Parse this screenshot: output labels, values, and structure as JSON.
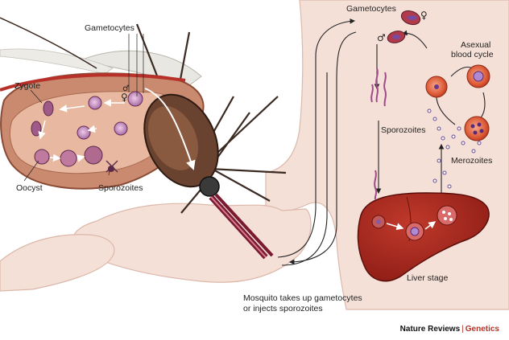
{
  "labels": {
    "gametocytes_mosquito": "Gametocytes",
    "zygote": "Zygote",
    "oocyst": "Oocyst",
    "sporozoites_mosquito": "Sporozoites",
    "gametocytes_human": "Gametocytes",
    "asexual_blood_cycle_line1": "Asexual",
    "asexual_blood_cycle_line2": "blood cycle",
    "sporozoites_human": "Sporozoites",
    "merozoites": "Merozoites",
    "liver_stage": "Liver stage",
    "mosquito_caption_line1": "Mosquito takes up gametocytes",
    "mosquito_caption_line2": "or injects sporozoites"
  },
  "symbols": {
    "female": "♀",
    "male": "♂"
  },
  "credit": {
    "journal": "Nature Reviews",
    "separator": "|",
    "section": "Genetics"
  },
  "colors": {
    "skin": "#f3dcd4",
    "skin_outline": "#d9b3a6",
    "midgut": "#c9826a",
    "mosquito_body": "#4a2f22",
    "liver": "#a8231c",
    "rbc": "#d64a2c",
    "parasite": "#7a3a6a"
  }
}
